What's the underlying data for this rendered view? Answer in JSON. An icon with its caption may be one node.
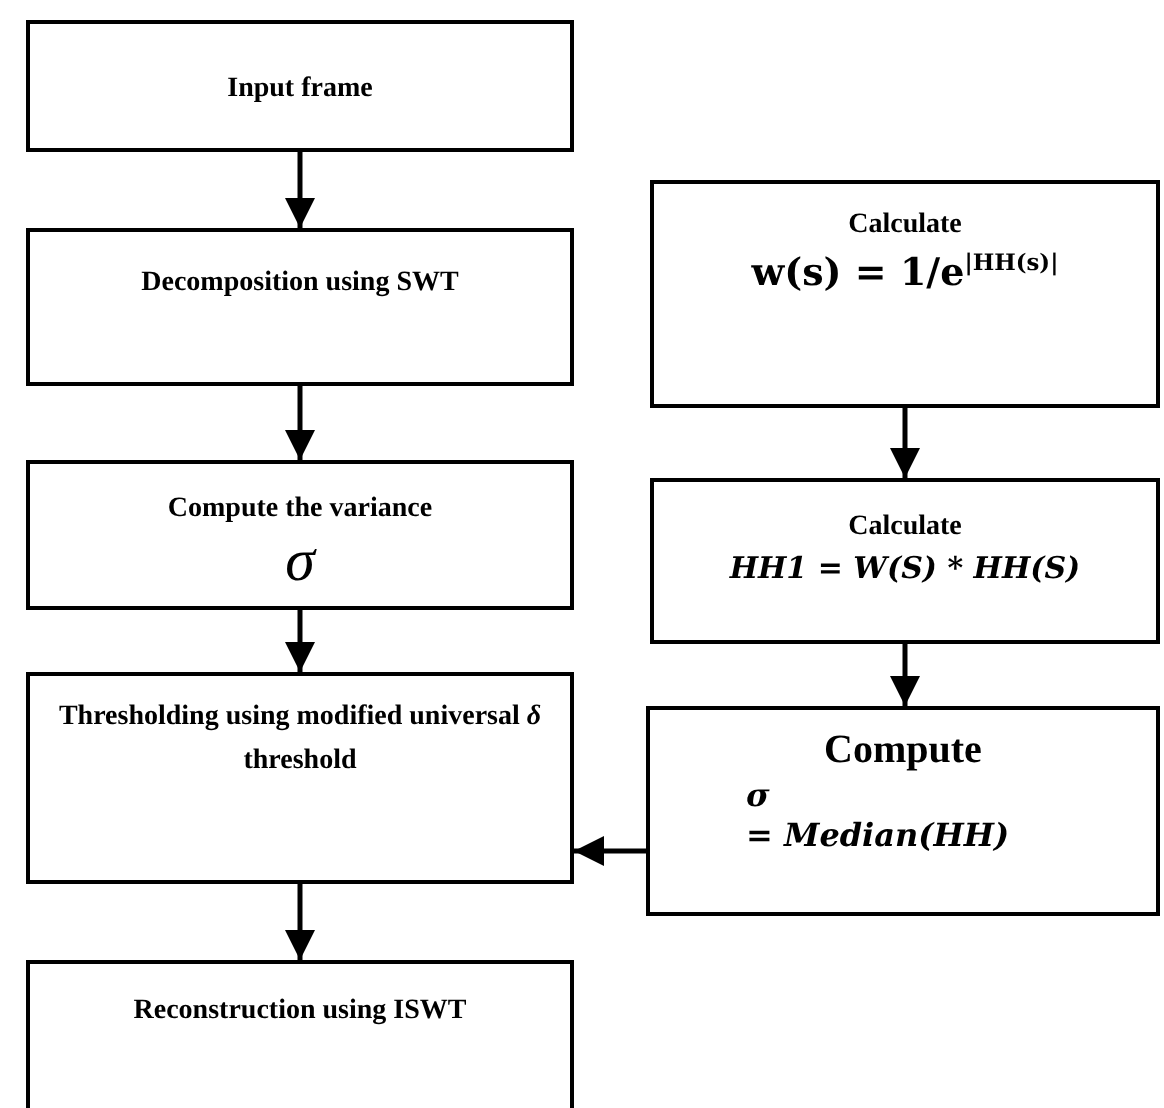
{
  "diagram": {
    "nodes": [
      {
        "text": [
          "Input frame"
        ]
      },
      {
        "text": [
          "Decomposition using SWT"
        ]
      },
      {
        "text": [
          "Compute the variance",
          "σ"
        ]
      },
      {
        "text": [
          "Thresholding using modified universal *δ* threshold"
        ]
      },
      {
        "text": [
          "Reconstruction using ISWT"
        ]
      },
      {
        "text": [
          "Calculate",
          "w(s) = 1/e$^{|HH(s)|}$"
        ]
      },
      {
        "text": [
          "Calculate",
          "HH1 = W(S) * HH(S)"
        ]
      },
      {
        "text": [
          "Compute",
          "σ",
          "= Median(HH)"
        ]
      }
    ],
    "edges": [
      {
        "from": 0,
        "to": 1,
        "arrow": "to"
      },
      {
        "from": 1,
        "to": 2,
        "arrow": "to"
      },
      {
        "from": 2,
        "to": 3,
        "arrow": "to"
      },
      {
        "from": 3,
        "to": 4,
        "arrow": "to"
      },
      {
        "from": 5,
        "to": 6,
        "arrow": "to"
      },
      {
        "from": 6,
        "to": 7,
        "arrow": "to"
      },
      {
        "from": 7,
        "to": 3,
        "arrow": "to"
      }
    ]
  }
}
